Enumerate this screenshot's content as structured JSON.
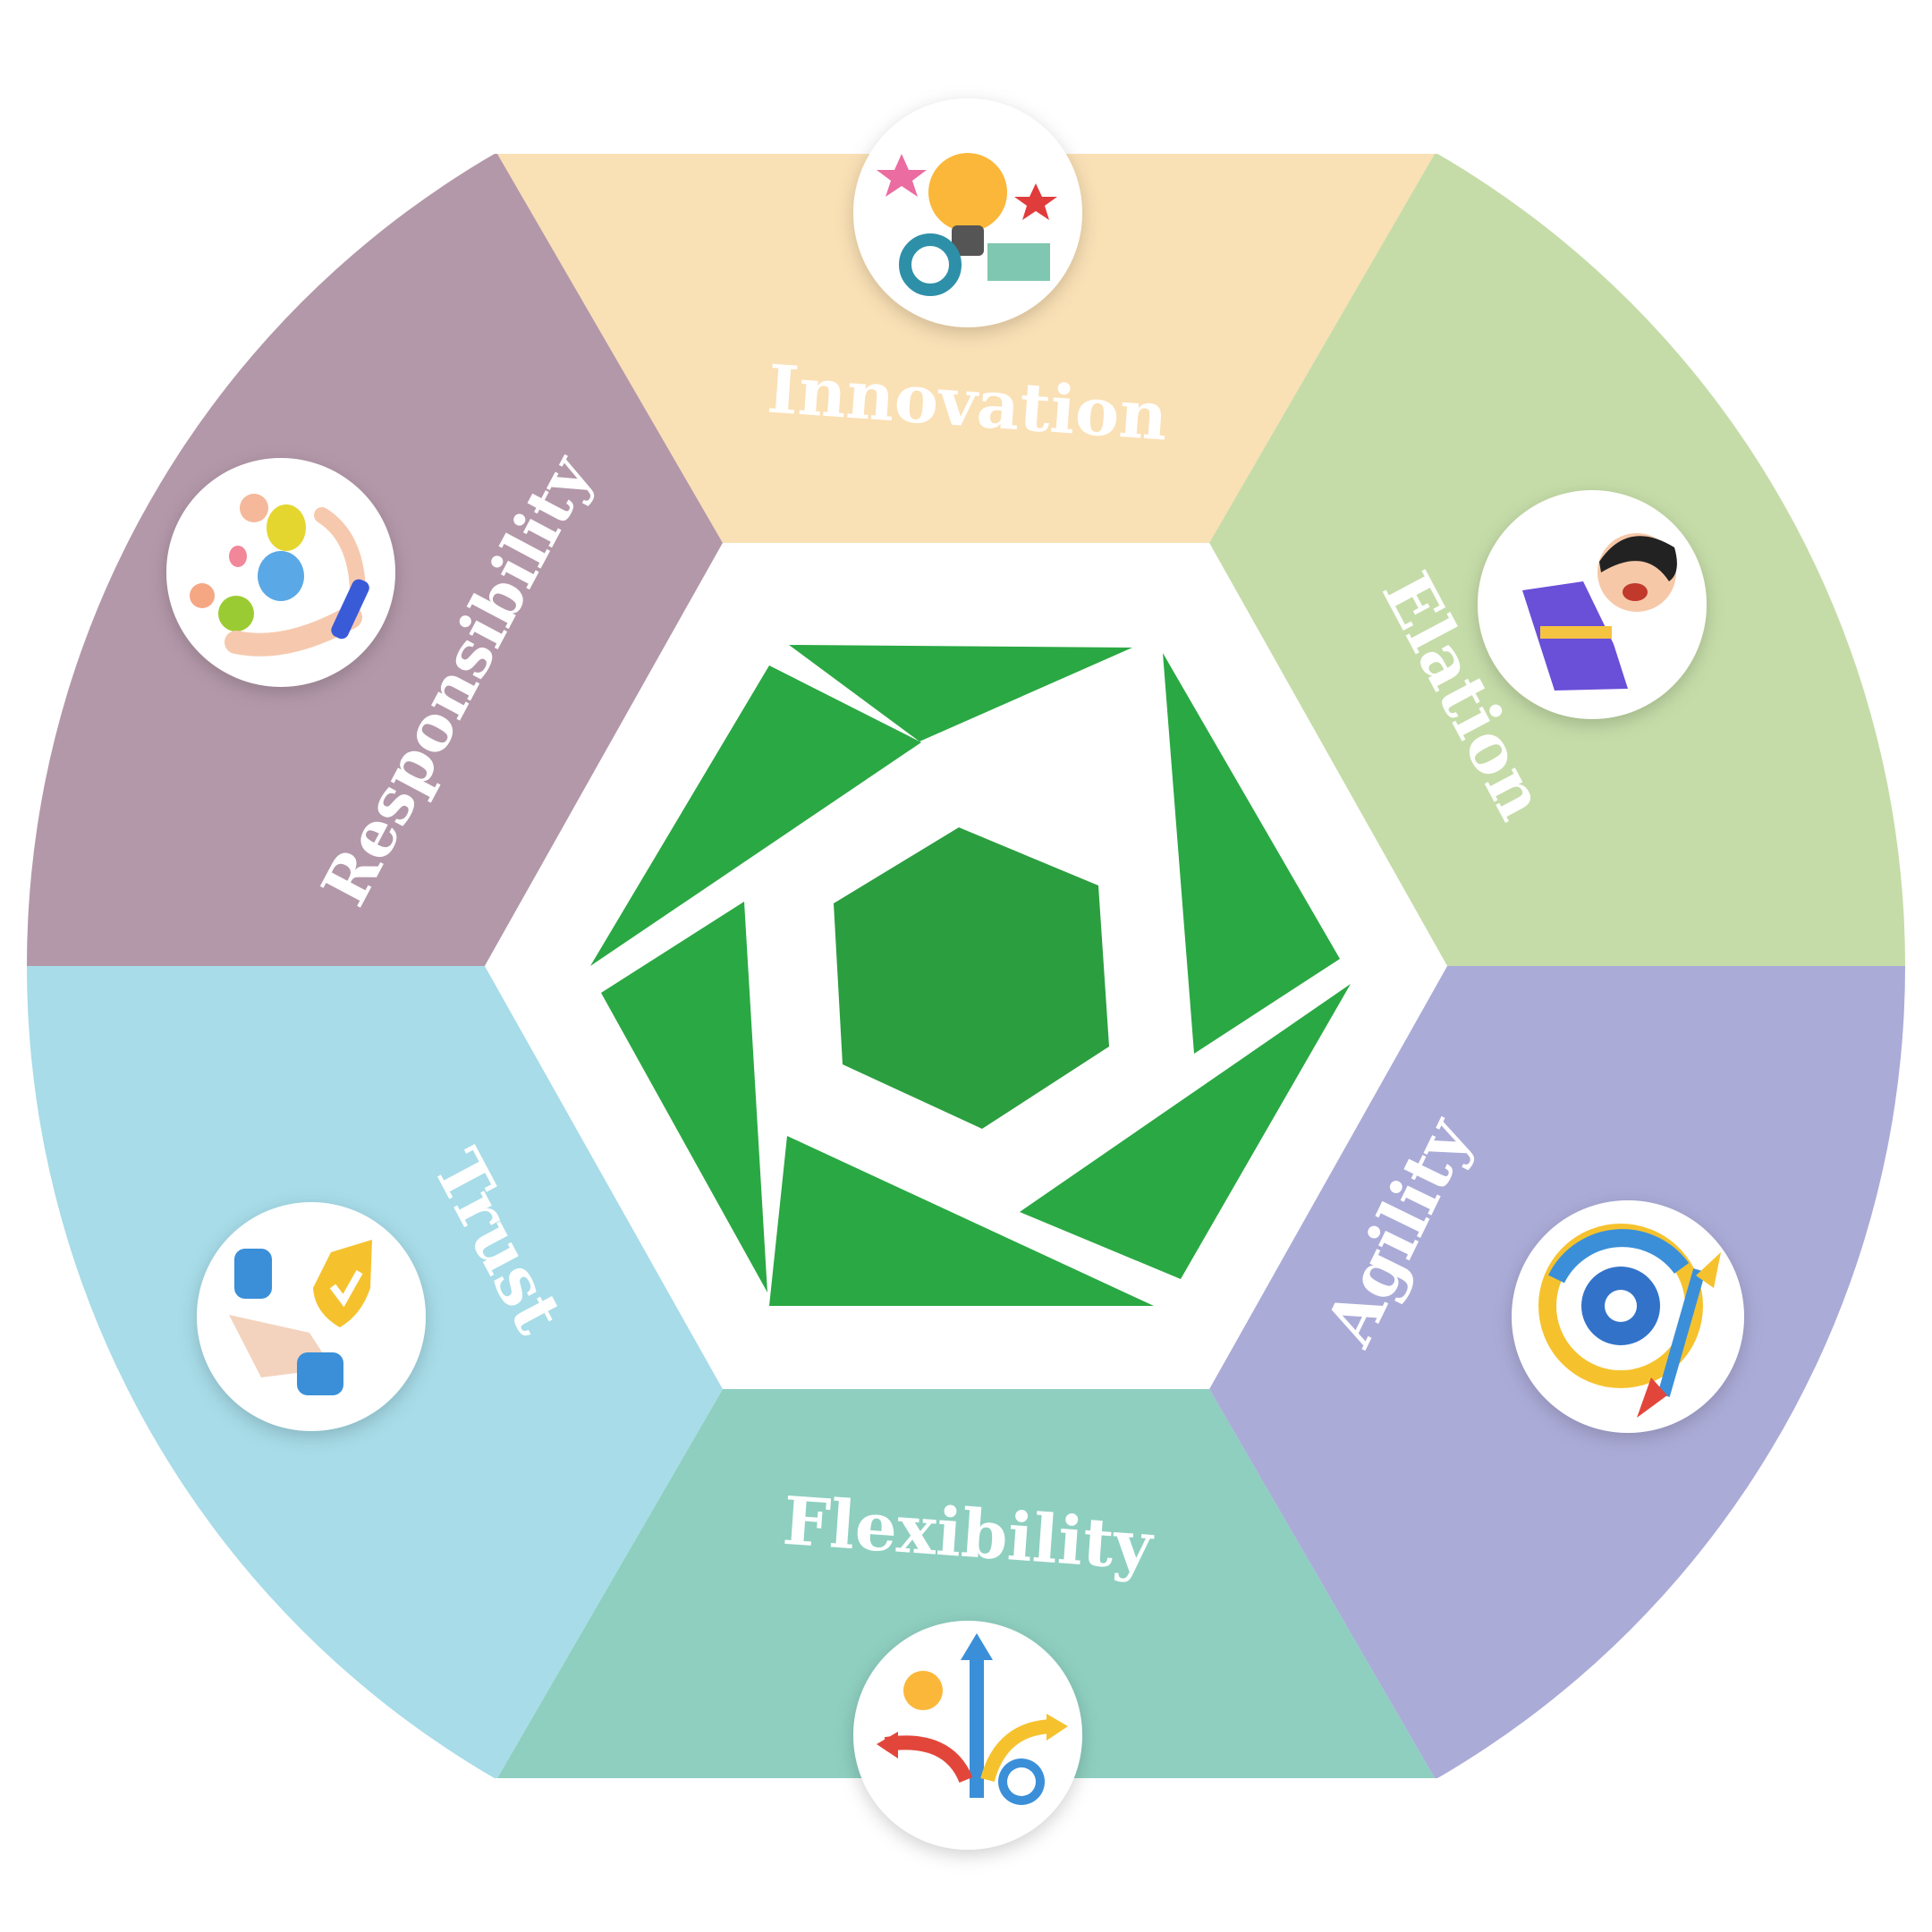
{
  "diagram": {
    "segments": [
      {
        "id": "innovation",
        "label": "Innovation",
        "color": "#FAE0B5",
        "icon": "lightbulb-idea-icon"
      },
      {
        "id": "elation",
        "label": "Elation",
        "color": "#C5DCA8",
        "icon": "happy-person-icon"
      },
      {
        "id": "agility",
        "label": "Agility",
        "color": "#ABABD8",
        "icon": "gear-cycle-icon"
      },
      {
        "id": "flexibility",
        "label": "Flexibility",
        "color": "#8ECFC0",
        "icon": "branching-arrows-icon"
      },
      {
        "id": "trust",
        "label": "Trust",
        "color": "#A7DCE8",
        "icon": "handshake-shield-icon"
      },
      {
        "id": "responsibility",
        "label": "Responsibility",
        "color": "#B398A9",
        "icon": "caring-hands-icon"
      }
    ],
    "center": {
      "icon": "green-hexagon-aperture-logo",
      "color": "#2AA843"
    }
  }
}
